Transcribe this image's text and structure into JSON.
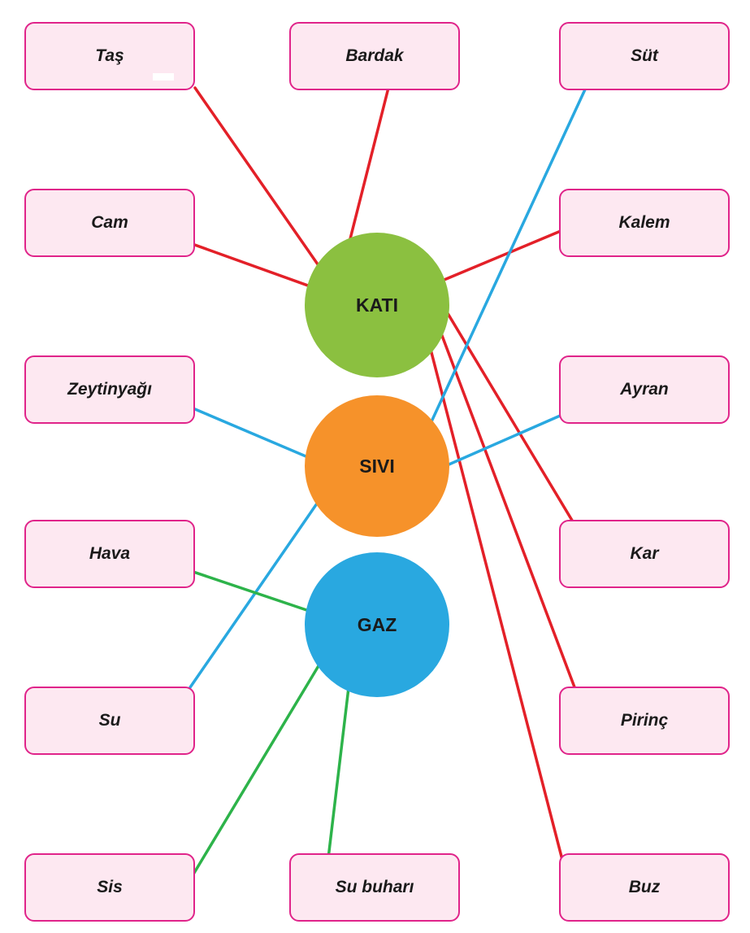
{
  "states": [
    {
      "id": "kati",
      "label": "KATI",
      "color": "#8bc040"
    },
    {
      "id": "sivi",
      "label": "SIVI",
      "color": "#f6922a"
    },
    {
      "id": "gaz",
      "label": "GAZ",
      "color": "#29a8e0"
    }
  ],
  "items": {
    "tas": "Taş",
    "bardak": "Bardak",
    "sut": "Süt",
    "cam": "Cam",
    "kalem": "Kalem",
    "zeytinyagi": "Zeytinyağı",
    "ayran": "Ayran",
    "hava": "Hava",
    "kar": "Kar",
    "su": "Su",
    "pirinc": "Pirinç",
    "sis": "Sis",
    "su_buhari": "Su buharı",
    "buz": "Buz"
  },
  "line_colors": {
    "kati": "#e32028",
    "sivi": "#29a8e0",
    "gaz": "#2db34a"
  },
  "connections": [
    {
      "item": "tas",
      "state": "kati"
    },
    {
      "item": "bardak",
      "state": "kati"
    },
    {
      "item": "cam",
      "state": "kati"
    },
    {
      "item": "kalem",
      "state": "kati"
    },
    {
      "item": "kar",
      "state": "kati"
    },
    {
      "item": "pirinc",
      "state": "kati"
    },
    {
      "item": "buz",
      "state": "kati"
    },
    {
      "item": "sut",
      "state": "sivi"
    },
    {
      "item": "zeytinyagi",
      "state": "sivi"
    },
    {
      "item": "ayran",
      "state": "sivi"
    },
    {
      "item": "su",
      "state": "sivi"
    },
    {
      "item": "hava",
      "state": "gaz"
    },
    {
      "item": "sis",
      "state": "gaz"
    },
    {
      "item": "su_buhari",
      "state": "gaz"
    }
  ]
}
